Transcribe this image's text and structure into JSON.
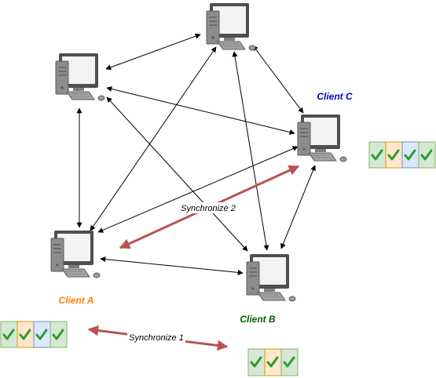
{
  "clients": {
    "a": {
      "label": "Client A",
      "color": "#ff8000"
    },
    "b": {
      "label": "Client B",
      "color": "#006600"
    },
    "c": {
      "label": "Client C",
      "color": "#0000cc"
    }
  },
  "sync": {
    "one": "Synchronize 1",
    "two": "Synchronize 2"
  },
  "colors": {
    "sync_arrow": "#b85450",
    "edge": "#000000",
    "check": "#2e9b2e",
    "cell_green": "#d5e8d4",
    "cell_orange": "#ffe6cc",
    "cell_blue": "#dae8fc",
    "cell_green_border": "#82b366",
    "cell_orange_border": "#d79b00",
    "cell_blue_border": "#6c8ebf"
  },
  "icons": {
    "computer": "desktop-computer-icon",
    "check": "checkmark-icon"
  }
}
